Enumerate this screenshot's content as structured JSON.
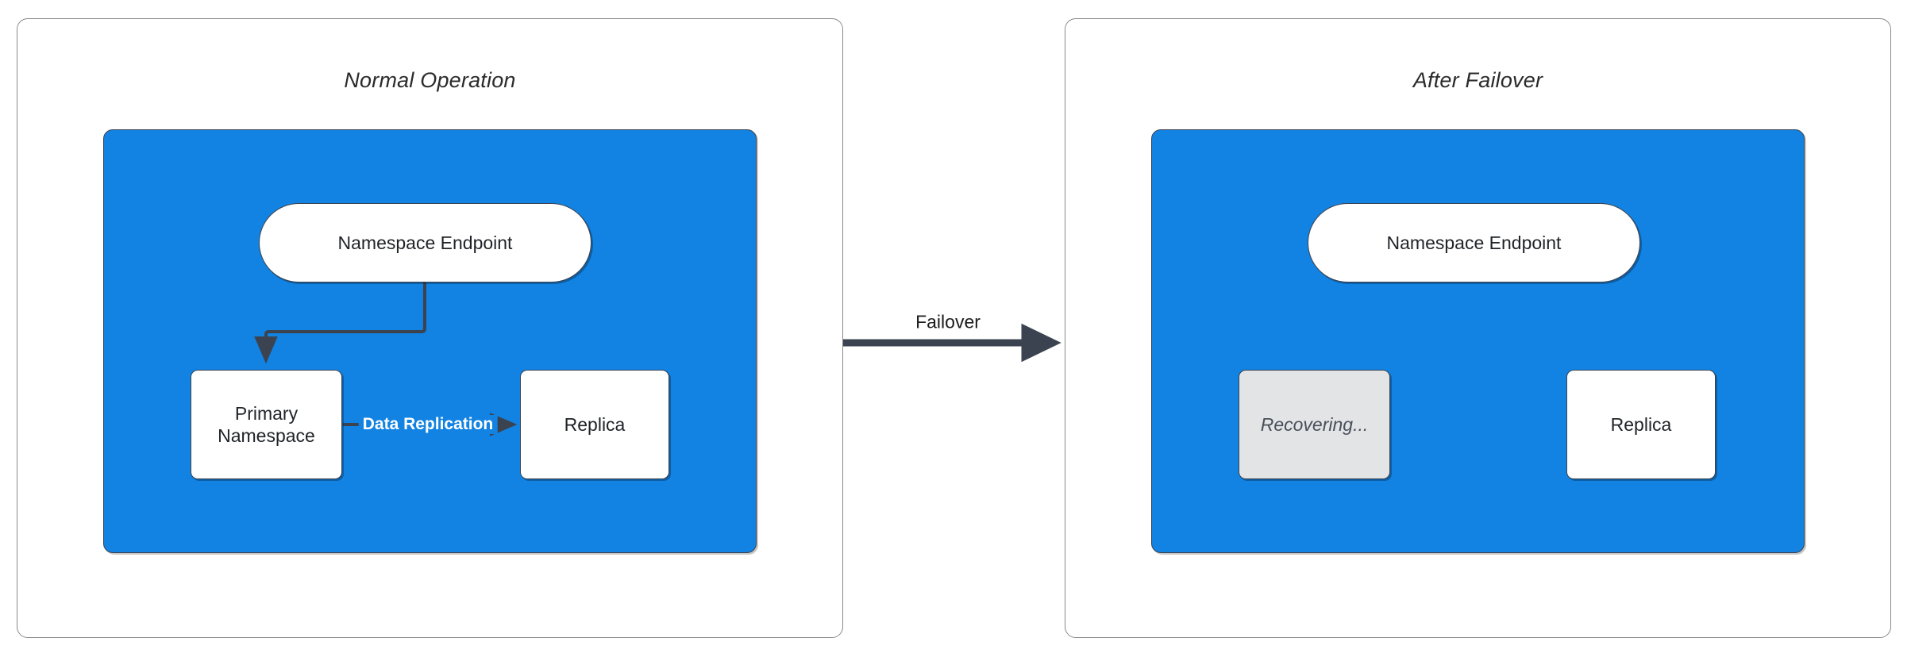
{
  "diagram": {
    "title_left": "Normal Operation",
    "title_right": "After Failover",
    "accent_blue": "#1283e2",
    "stroke_dark": "#3c4350",
    "dim_gray": "#e2e4e6",
    "panel_border": "#8a8a8a"
  },
  "panels": [
    {
      "id": "normal-operation",
      "title": "Normal Operation",
      "nodes": [
        {
          "id": "endpoint-left",
          "label": "Namespace Endpoint",
          "shape": "pill",
          "state": "active"
        },
        {
          "id": "primary-left",
          "label": "Primary\nNamespace",
          "shape": "rect",
          "state": "active"
        },
        {
          "id": "replica-left",
          "label": "Replica",
          "shape": "rect",
          "state": "active"
        }
      ],
      "edges": [
        {
          "from": "endpoint-left",
          "to": "primary-left",
          "label": ""
        },
        {
          "from": "primary-left",
          "to": "replica-left",
          "label": "Data Replication"
        }
      ]
    },
    {
      "id": "after-failover",
      "title": "After Failover",
      "nodes": [
        {
          "id": "endpoint-right",
          "label": "Namespace Endpoint",
          "shape": "pill",
          "state": "active"
        },
        {
          "id": "recovering",
          "label": "Recovering...",
          "shape": "rect",
          "state": "dimmed"
        },
        {
          "id": "replica-right",
          "label": "Replica",
          "shape": "rect",
          "state": "active"
        }
      ],
      "edges": [
        {
          "from": "endpoint-right",
          "to": "replica-right",
          "label": ""
        }
      ]
    }
  ],
  "transition": {
    "label": "Failover",
    "from_panel": "normal-operation",
    "to_panel": "after-failover"
  }
}
